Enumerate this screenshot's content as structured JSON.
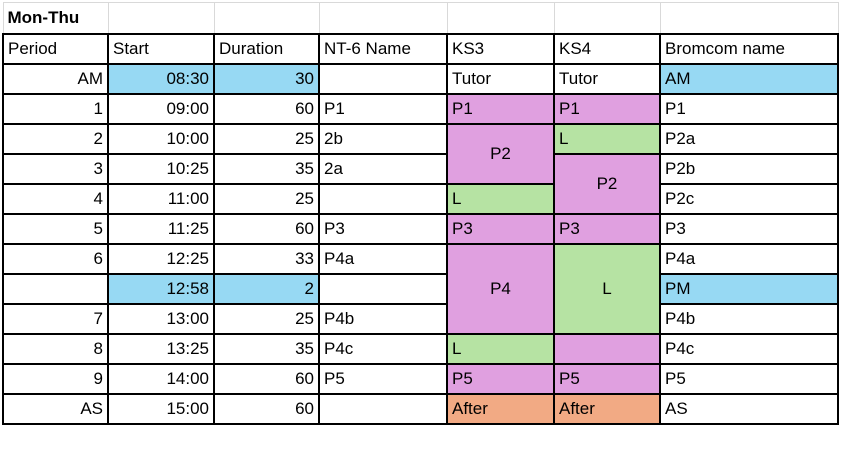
{
  "title": "Mon-Thu",
  "headers": [
    "Period",
    "Start",
    "Duration",
    "NT-6 Name",
    "KS3",
    "KS4",
    "Bromcom name"
  ],
  "rows": [
    {
      "period": "AM",
      "start": "08:30",
      "duration": "30",
      "nt6": "",
      "ks3": "Tutor",
      "ks4": "Tutor",
      "bromcom": "AM"
    },
    {
      "period": "1",
      "start": "09:00",
      "duration": "60",
      "nt6": "P1",
      "ks3": "P1",
      "ks4": "P1",
      "bromcom": "P1"
    },
    {
      "period": "2",
      "start": "10:00",
      "duration": "25",
      "nt6": "2b",
      "ks3": "P2",
      "ks4": "L",
      "bromcom": "P2a"
    },
    {
      "period": "3",
      "start": "10:25",
      "duration": "35",
      "nt6": "2a",
      "ks3": "",
      "ks4": "P2",
      "bromcom": "P2b"
    },
    {
      "period": "4",
      "start": "11:00",
      "duration": "25",
      "nt6": "",
      "ks3": "L",
      "ks4": "",
      "bromcom": "P2c"
    },
    {
      "period": "5",
      "start": "11:25",
      "duration": "60",
      "nt6": "P3",
      "ks3": "P3",
      "ks4": "P3",
      "bromcom": "P3"
    },
    {
      "period": "6",
      "start": "12:25",
      "duration": "33",
      "nt6": "P4a",
      "ks3": "P4",
      "ks4": "L",
      "bromcom": "P4a"
    },
    {
      "period": "",
      "start": "12:58",
      "duration": "2",
      "nt6": "",
      "ks3": "",
      "ks4": "",
      "bromcom": "PM"
    },
    {
      "period": "7",
      "start": "13:00",
      "duration": "25",
      "nt6": "P4b",
      "ks3": "",
      "ks4": "",
      "bromcom": "P4b"
    },
    {
      "period": "8",
      "start": "13:25",
      "duration": "35",
      "nt6": "P4c",
      "ks3": "L",
      "ks4": "",
      "bromcom": "P4c"
    },
    {
      "period": "9",
      "start": "14:00",
      "duration": "60",
      "nt6": "P5",
      "ks3": "P5",
      "ks4": "P5",
      "bromcom": "P5"
    },
    {
      "period": "AS",
      "start": "15:00",
      "duration": "60",
      "nt6": "",
      "ks3": "After",
      "ks4": "After",
      "bromcom": "AS"
    }
  ],
  "colors": {
    "blue": "#97d9f3",
    "pink": "#e0a0e0",
    "green": "#b6e3a3",
    "orange": "#f2aa84"
  }
}
